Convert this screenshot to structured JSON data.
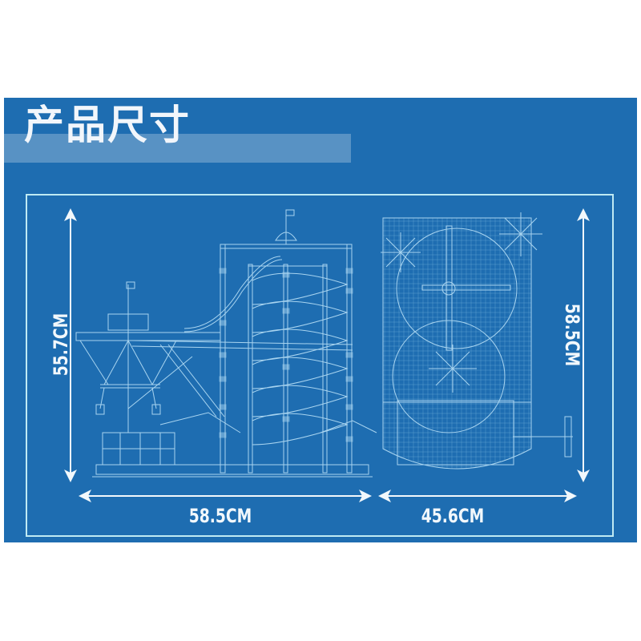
{
  "title": "产品尺寸",
  "dimensions": {
    "side_view_height": "55.7CM",
    "side_view_width": "58.5CM",
    "top_view_width": "45.6CM",
    "top_view_height": "58.5CM"
  },
  "colors": {
    "background": "#1e6db1",
    "line": "#bfeaf3",
    "text": "#f2f8fc",
    "title_band": "#5286b9"
  },
  "views": [
    {
      "name": "side-view",
      "description": "roller coaster tower blueprint side elevation"
    },
    {
      "name": "top-view",
      "description": "roller coaster blueprint plan view"
    }
  ]
}
